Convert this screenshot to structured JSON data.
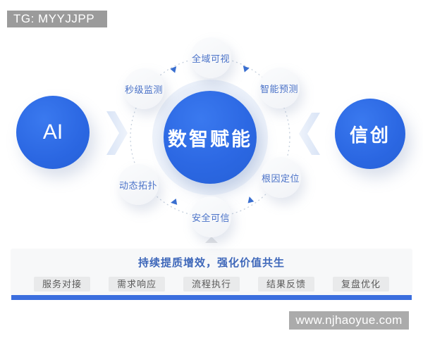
{
  "watermarks": {
    "top_left": "TG: MYYJJPP",
    "bottom_right": "www.njhaoyue.com"
  },
  "diagram": {
    "left_node": "AI",
    "center_node": "数智赋能",
    "right_node": "信创",
    "satellites": [
      {
        "label": "全域可视"
      },
      {
        "label": "智能预测"
      },
      {
        "label": "根因定位"
      },
      {
        "label": "安全可信"
      },
      {
        "label": "动态拓扑"
      },
      {
        "label": "秒级监测"
      }
    ]
  },
  "footer": {
    "title": "持续提质增效，强化价值共生",
    "buttons": [
      "服务对接",
      "需求响应",
      "流程执行",
      "结果反馈",
      "复盘优化"
    ]
  },
  "colors": {
    "primary_blue": "#2c68e3",
    "satellite_text_blue": "#4a72c8",
    "footer_title_blue": "#3f68ba",
    "footer_bar_blue": "#3b6ede",
    "watermark_gray": "#9b9b9b"
  }
}
